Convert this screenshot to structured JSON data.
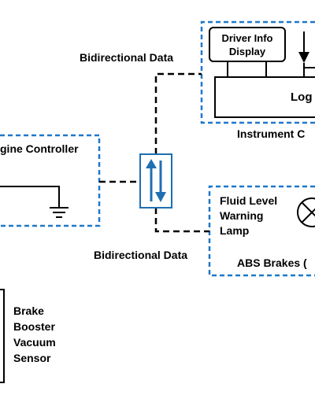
{
  "colors": {
    "bus": "#1f6fb2",
    "module_border": "#1f78c8",
    "wire": "#000000",
    "background": "#ffffff"
  },
  "labels": {
    "bidir_top": "Bidirectional Data",
    "bidir_bottom": "Bidirectional Data",
    "engine_controller": "gine Controller",
    "driver_info_line1": "Driver Info",
    "driver_info_line2": "Display",
    "logic": "Log",
    "instrument_cluster": "Instrument C",
    "fluid_line1": "Fluid Level",
    "fluid_line2": "Warning",
    "fluid_line3": "Lamp",
    "abs": "ABS Brakes (",
    "brake_line1": "Brake",
    "brake_line2": "Booster",
    "brake_line3": "Vacuum",
    "brake_line4": "Sensor"
  },
  "icons": {
    "bus_transceiver": "bidirectional-arrows-icon",
    "warning_lamp": "lamp-icon",
    "ground": "ground-icon",
    "input_arrow": "down-arrow-icon"
  }
}
